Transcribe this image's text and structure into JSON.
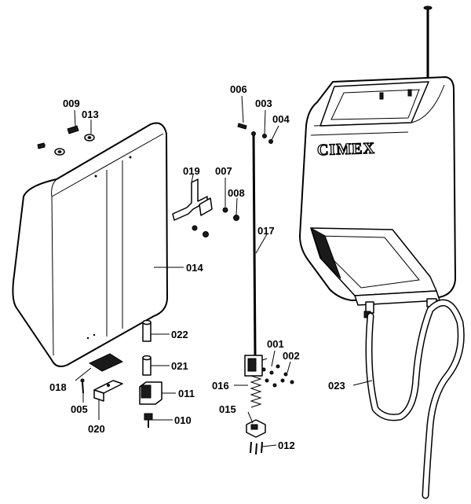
{
  "brand": "CIMEX",
  "parts": [
    {
      "id": "p001",
      "label": "001"
    },
    {
      "id": "p002",
      "label": "002"
    },
    {
      "id": "p003",
      "label": "003"
    },
    {
      "id": "p004",
      "label": "004"
    },
    {
      "id": "p005",
      "label": "005"
    },
    {
      "id": "p006",
      "label": "006"
    },
    {
      "id": "p007",
      "label": "007"
    },
    {
      "id": "p008",
      "label": "008"
    },
    {
      "id": "p009",
      "label": "009"
    },
    {
      "id": "p010",
      "label": "010"
    },
    {
      "id": "p011",
      "label": "011"
    },
    {
      "id": "p012",
      "label": "012"
    },
    {
      "id": "p013",
      "label": "013"
    },
    {
      "id": "p014",
      "label": "014"
    },
    {
      "id": "p015",
      "label": "015"
    },
    {
      "id": "p016",
      "label": "016"
    },
    {
      "id": "p017",
      "label": "017"
    },
    {
      "id": "p018",
      "label": "018"
    },
    {
      "id": "p019",
      "label": "019"
    },
    {
      "id": "p020",
      "label": "020"
    },
    {
      "id": "p021",
      "label": "021"
    },
    {
      "id": "p022",
      "label": "022"
    },
    {
      "id": "p023",
      "label": "023"
    }
  ]
}
